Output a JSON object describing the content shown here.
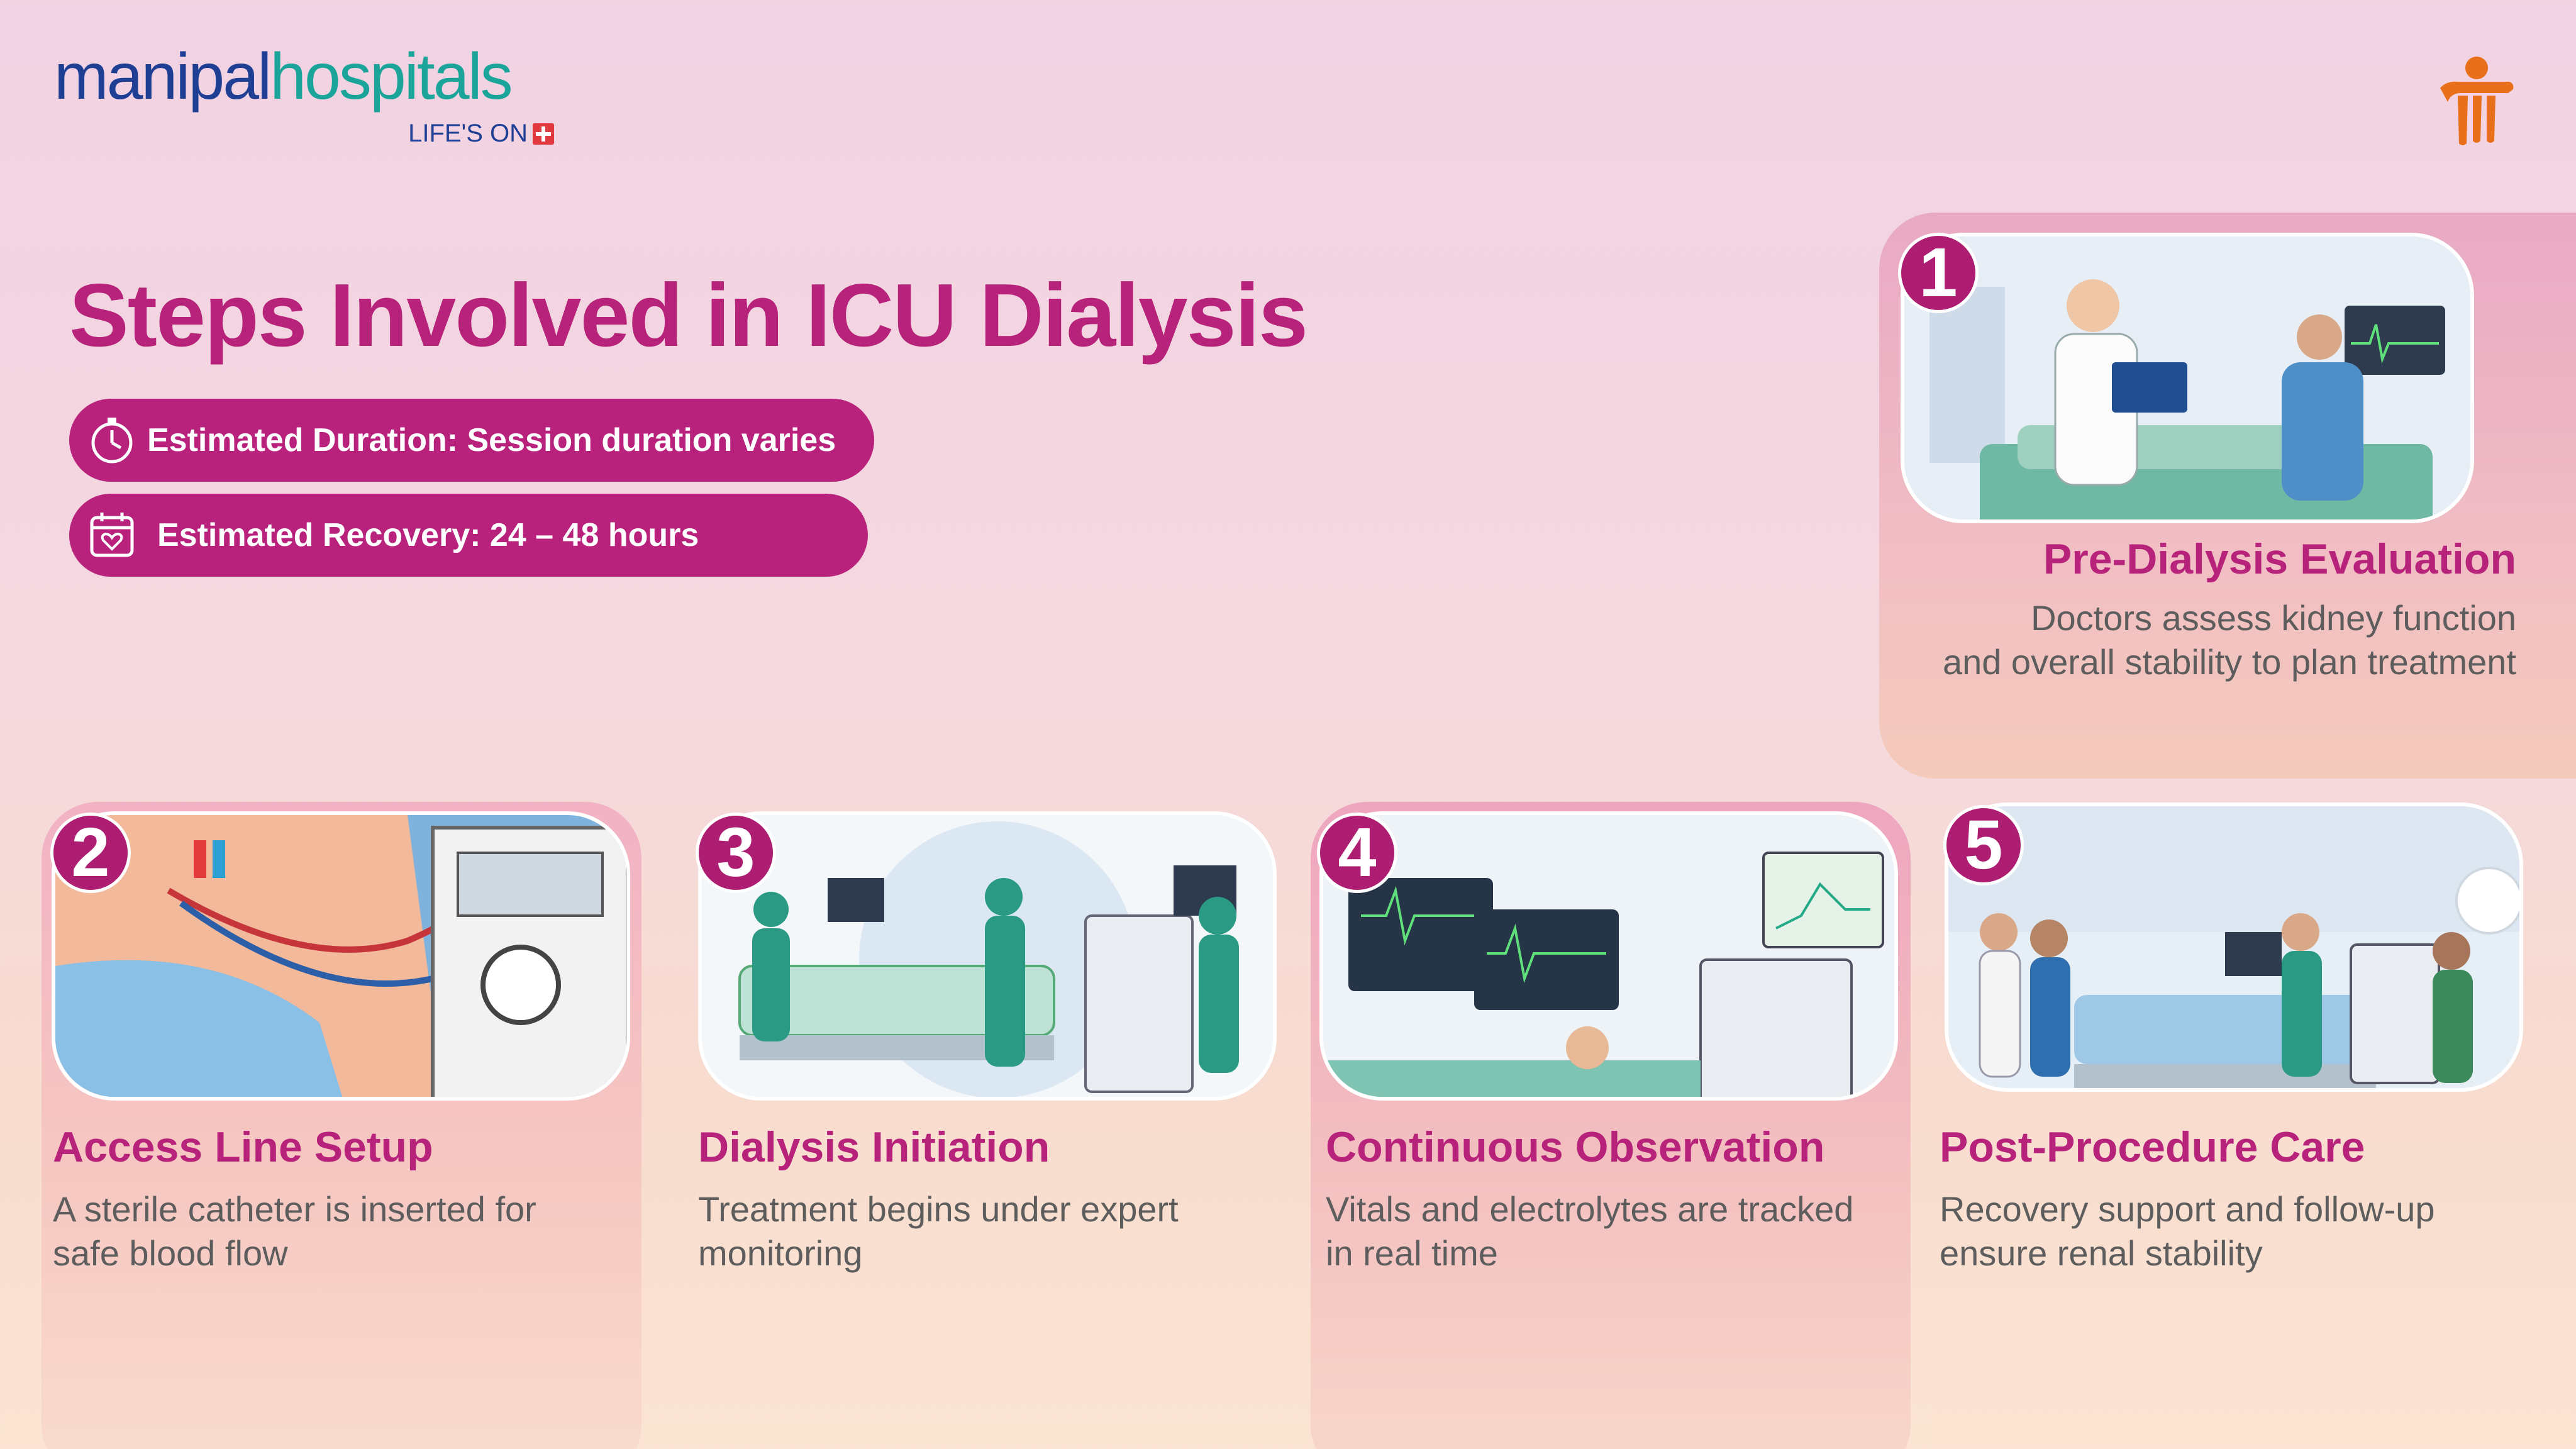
{
  "brand": {
    "name_part1": "manipal",
    "name_part2": "hospitals",
    "tagline": "LIFE'S ON",
    "colors": {
      "navy": "#1f3f95",
      "teal": "#1ba59a",
      "magenta": "#b7237b",
      "orange": "#e8701a"
    }
  },
  "title": "Steps Involved in ICU Dialysis",
  "info": {
    "duration": "Estimated Duration: Session duration varies",
    "recovery": "Estimated Recovery: 24 – 48 hours",
    "duration_icon": "stopwatch-icon",
    "recovery_icon": "calendar-heart-icon"
  },
  "steps": [
    {
      "number": "1",
      "title": "Pre-Dialysis Evaluation",
      "line1": "Doctors assess kidney function",
      "line2": "and overall stability to plan treatment"
    },
    {
      "number": "2",
      "title": "Access Line Setup",
      "line1": "A sterile catheter is inserted for",
      "line2": "safe blood flow"
    },
    {
      "number": "3",
      "title": "Dialysis Initiation",
      "line1": "Treatment begins under expert",
      "line2": "monitoring"
    },
    {
      "number": "4",
      "title": "Continuous Observation",
      "line1": "Vitals and electrolytes are tracked",
      "line2": "in real time"
    },
    {
      "number": "5",
      "title": "Post-Procedure Care",
      "line1": "Recovery support and follow-up",
      "line2": "ensure renal stability"
    }
  ]
}
